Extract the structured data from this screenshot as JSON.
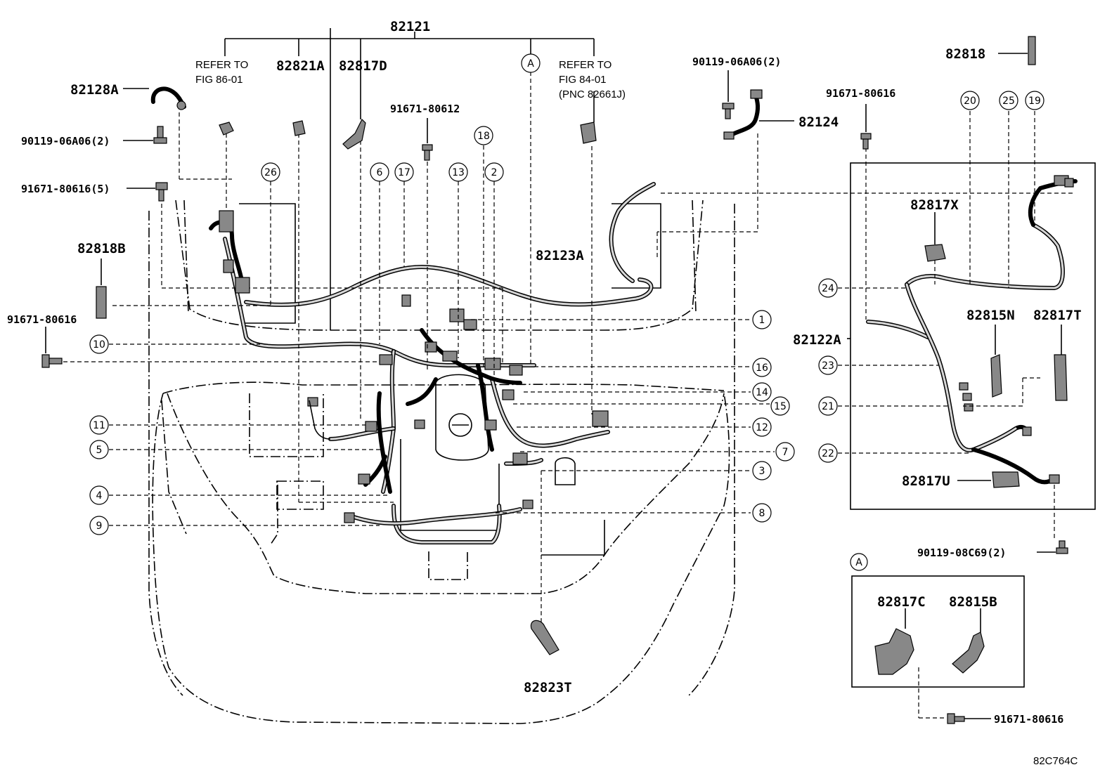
{
  "diagram_code": "82C764C",
  "labels": {
    "l82121": "82121",
    "l82128A": "82128A",
    "l90119_1": "90119-06A06(2)",
    "l91671_5": "91671-80616(5)",
    "l82818B": "82818B",
    "l91671_left": "91671-80616",
    "refer1_a": "REFER TO",
    "refer1_b": "FIG 86-01",
    "l82821A": "82821A",
    "l82817D": "82817D",
    "l91671_80612": "91671-80612",
    "refer2_a": "REFER TO",
    "refer2_b": "FIG 84-01",
    "refer2_c": "(PNC 82661J)",
    "l82123A": "82123A",
    "l90119_top": "90119-06A06(2)",
    "l82124": "82124",
    "l91671_right": "91671-80616",
    "l82818": "82818",
    "l82817X": "82817X",
    "l82815N": "82815N",
    "l82817T": "82817T",
    "l82122A": "82122A",
    "l82817U": "82817U",
    "l90119_08C69": "90119-08C69(2)",
    "l82817C": "82817C",
    "l82815B": "82815B",
    "l91671_bottom": "91671-80616",
    "l82823T": "82823T",
    "circleA_top": "A",
    "circleA_inset": "A"
  },
  "callouts": [
    "1",
    "2",
    "3",
    "4",
    "5",
    "6",
    "7",
    "8",
    "9",
    "10",
    "11",
    "12",
    "13",
    "14",
    "15",
    "16",
    "17",
    "18",
    "19",
    "20",
    "21",
    "22",
    "23",
    "24",
    "25",
    "26"
  ]
}
